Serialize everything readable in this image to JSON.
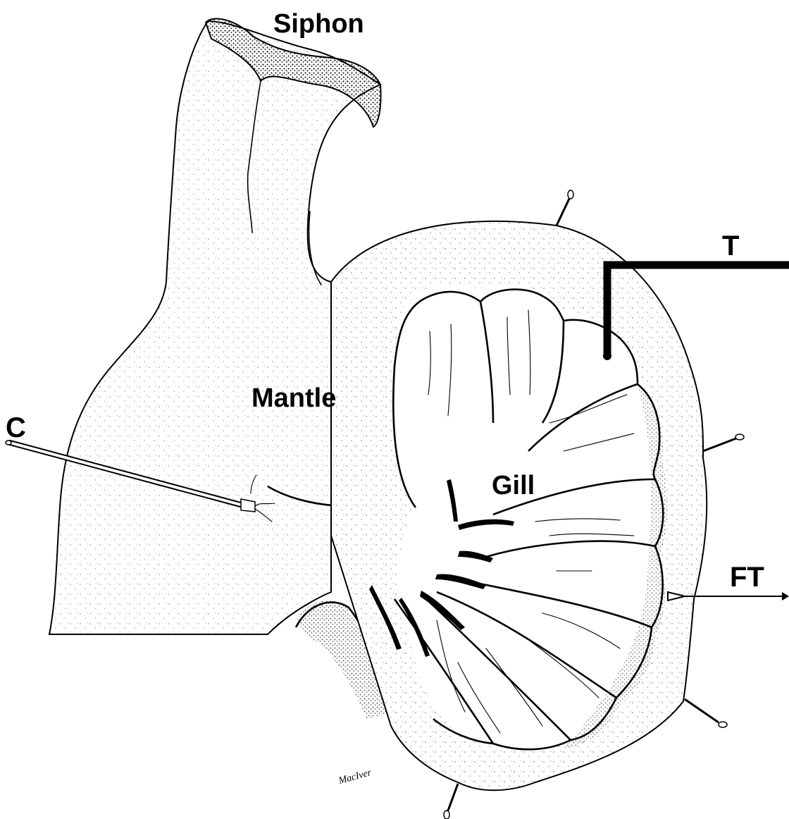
{
  "labels": {
    "siphon": "Siphon",
    "mantle": "Mantle",
    "gill": "Gill",
    "cannula": "C",
    "transducer": "T",
    "force_transducer": "FT"
  },
  "signature": "MacIver",
  "colors": {
    "ink": "#000000",
    "paper": "#ffffff"
  }
}
